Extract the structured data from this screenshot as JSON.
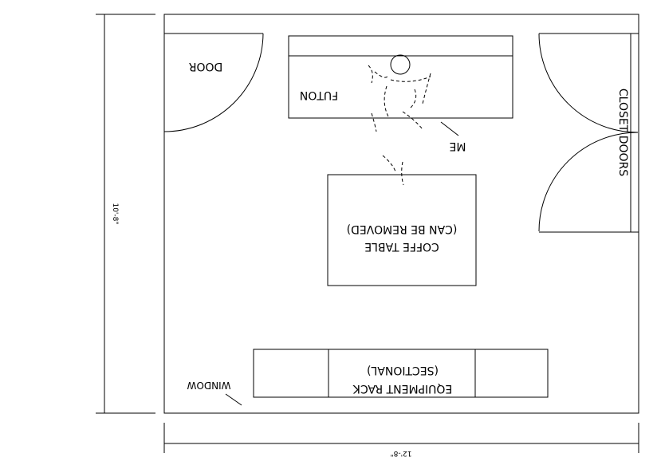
{
  "dimensions": {
    "room_height": "10'-8\"",
    "room_width": "12'-8\""
  },
  "labels": {
    "door": "DOOR",
    "futon": "FUTON",
    "me": "ME",
    "closet_doors": "CLOSET DOORS",
    "coffee_table_line1": "COFFE TABLE",
    "coffee_table_line2": "(CAN BE REMOVED)",
    "equipment_rack_line1": "EQUIPMENT RACK",
    "equipment_rack_line2": "(SECTIONAL)",
    "window": "WINDOW"
  }
}
